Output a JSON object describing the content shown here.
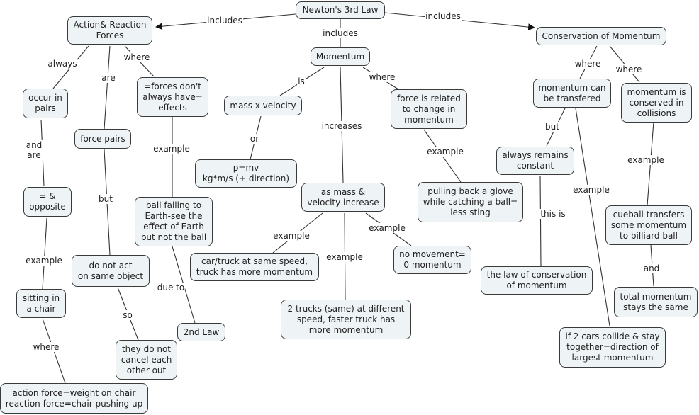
{
  "title": "Newton's 3rd Law",
  "colors": {
    "node_fill": "#eef3f5",
    "node_border": "#3a3a3a",
    "line": "#333333",
    "text": "#222222"
  },
  "nodes": {
    "newtons_3rd_law": "Newton's 3rd Law",
    "action_reaction": "Action& Reaction\nForces",
    "momentum": "Momentum",
    "conservation": "Conservation of Momentum",
    "occur_in_pairs": "occur in\npairs",
    "force_pairs": "force pairs",
    "forces_dont": "=forces don't\nalways have=\neffects",
    "equal_opposite": "= &\nopposite",
    "sitting_chair": "sitting in\na chair",
    "action_force": "action force=weight on chair\nreaction force=chair pushing up",
    "do_not_act": "do not act\non same object",
    "not_cancel": "they do not\ncancel each\nother out",
    "ball_falling": "ball falling to\nEarth-see the\neffect of Earth\nbut not the ball",
    "second_law": "2nd Law",
    "mass_velocity": "mass x velocity",
    "p_mv": "p=mv\nkg*m/s (+ direction)",
    "as_mass_velocity": "as mass &\nvelocity increase",
    "car_truck": "car/truck at same speed,\ntruck has more momentum",
    "two_trucks": "2 trucks (same) at different\nspeed, faster truck has\nmore momentum",
    "no_movement": "no movement=\n0 momentum",
    "force_related": "force is related\nto change in\nmomentum",
    "pulling_glove": "pulling back a glove\nwhile catching a ball=\nless sting",
    "can_be_transfered": "momentum can\nbe transfered",
    "always_constant": "always remains\nconstant",
    "law_conservation": "the law of conservation\nof momentum",
    "two_cars": "if 2 cars collide & stay\ntogether=direction of\nlargest momentum",
    "conserved_collisions": "momentum is\nconserved in\ncollisions",
    "cueball": "cueball transfers\nsome momentum\nto billiard ball",
    "total_momentum": "total momentum\nstays the same"
  },
  "links": {
    "includes_left": "includes",
    "includes_mid": "includes",
    "includes_right": "includes",
    "always": "always",
    "are": "are",
    "where_ar": "where",
    "and_are": "and\nare",
    "example_eq": "example",
    "where_chair": "where",
    "but_fp": "but",
    "so": "so",
    "example_forces": "example",
    "due_to": "due to",
    "is": "is",
    "or": "or",
    "increases": "increases",
    "where_mom": "where",
    "example_car": "example",
    "example_trucks": "example",
    "example_nomove": "example",
    "example_glove": "example",
    "where_c1": "where",
    "where_c2": "where",
    "but_ct": "but",
    "this_is": "this is",
    "example_cars": "example",
    "example_cue": "example",
    "and_total": "and"
  }
}
